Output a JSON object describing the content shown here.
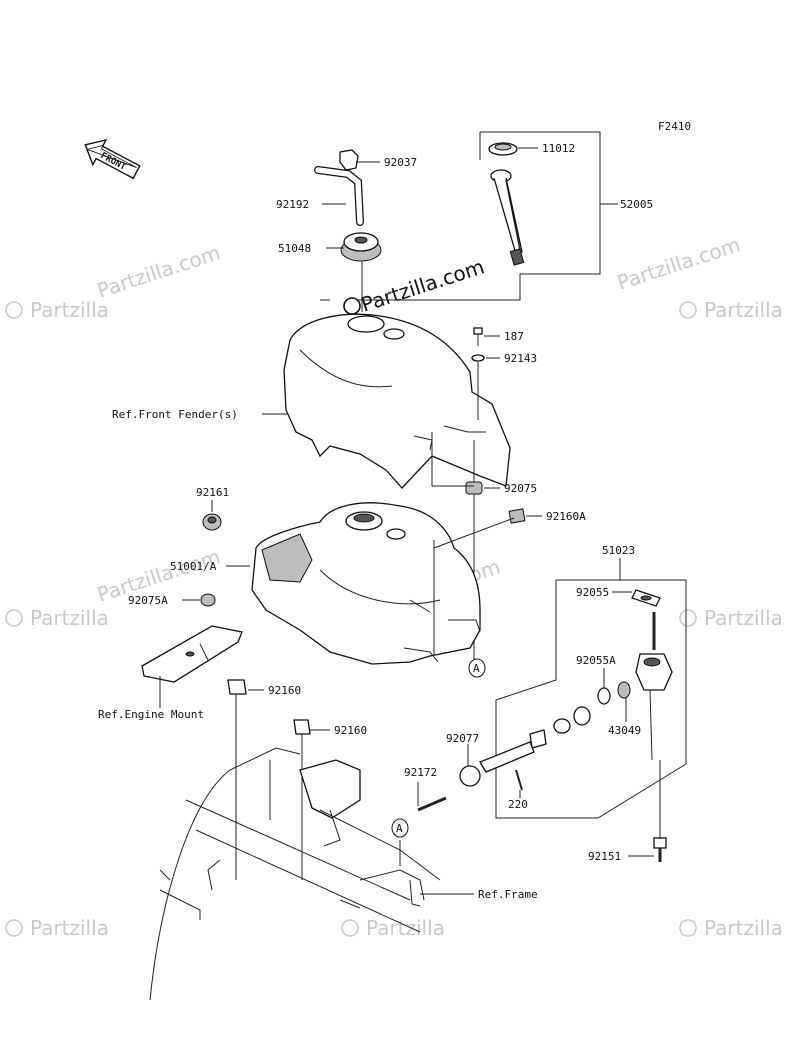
{
  "diagram_code": "F2410",
  "front_arrow_label": "FRONT",
  "watermark": "Partzilla.com",
  "watermark_short": "Partzilla",
  "ref_labels": {
    "front_fender": "Ref.Front Fender(s)",
    "engine_mount": "Ref.Engine Mount",
    "frame": "Ref.Frame"
  },
  "callout_mark": "A",
  "parts": [
    {
      "id": "p92037",
      "label": "92037"
    },
    {
      "id": "p92192",
      "label": "92192"
    },
    {
      "id": "p51048",
      "label": "51048"
    },
    {
      "id": "p11012",
      "label": "11012"
    },
    {
      "id": "p52005",
      "label": "52005"
    },
    {
      "id": "p187",
      "label": "187"
    },
    {
      "id": "p92143",
      "label": "92143"
    },
    {
      "id": "p92075",
      "label": "92075"
    },
    {
      "id": "p92160A",
      "label": "92160A"
    },
    {
      "id": "p92161",
      "label": "92161"
    },
    {
      "id": "p51001A",
      "label": "51001/A"
    },
    {
      "id": "p92075A",
      "label": "92075A"
    },
    {
      "id": "p51023",
      "label": "51023"
    },
    {
      "id": "p92055",
      "label": "92055"
    },
    {
      "id": "p92055A",
      "label": "92055A"
    },
    {
      "id": "p43049",
      "label": "43049"
    },
    {
      "id": "p92077",
      "label": "92077"
    },
    {
      "id": "p92172",
      "label": "92172"
    },
    {
      "id": "p220",
      "label": "220"
    },
    {
      "id": "p92151",
      "label": "92151"
    },
    {
      "id": "p92160a",
      "label": "92160"
    },
    {
      "id": "p92160b",
      "label": "92160"
    }
  ]
}
